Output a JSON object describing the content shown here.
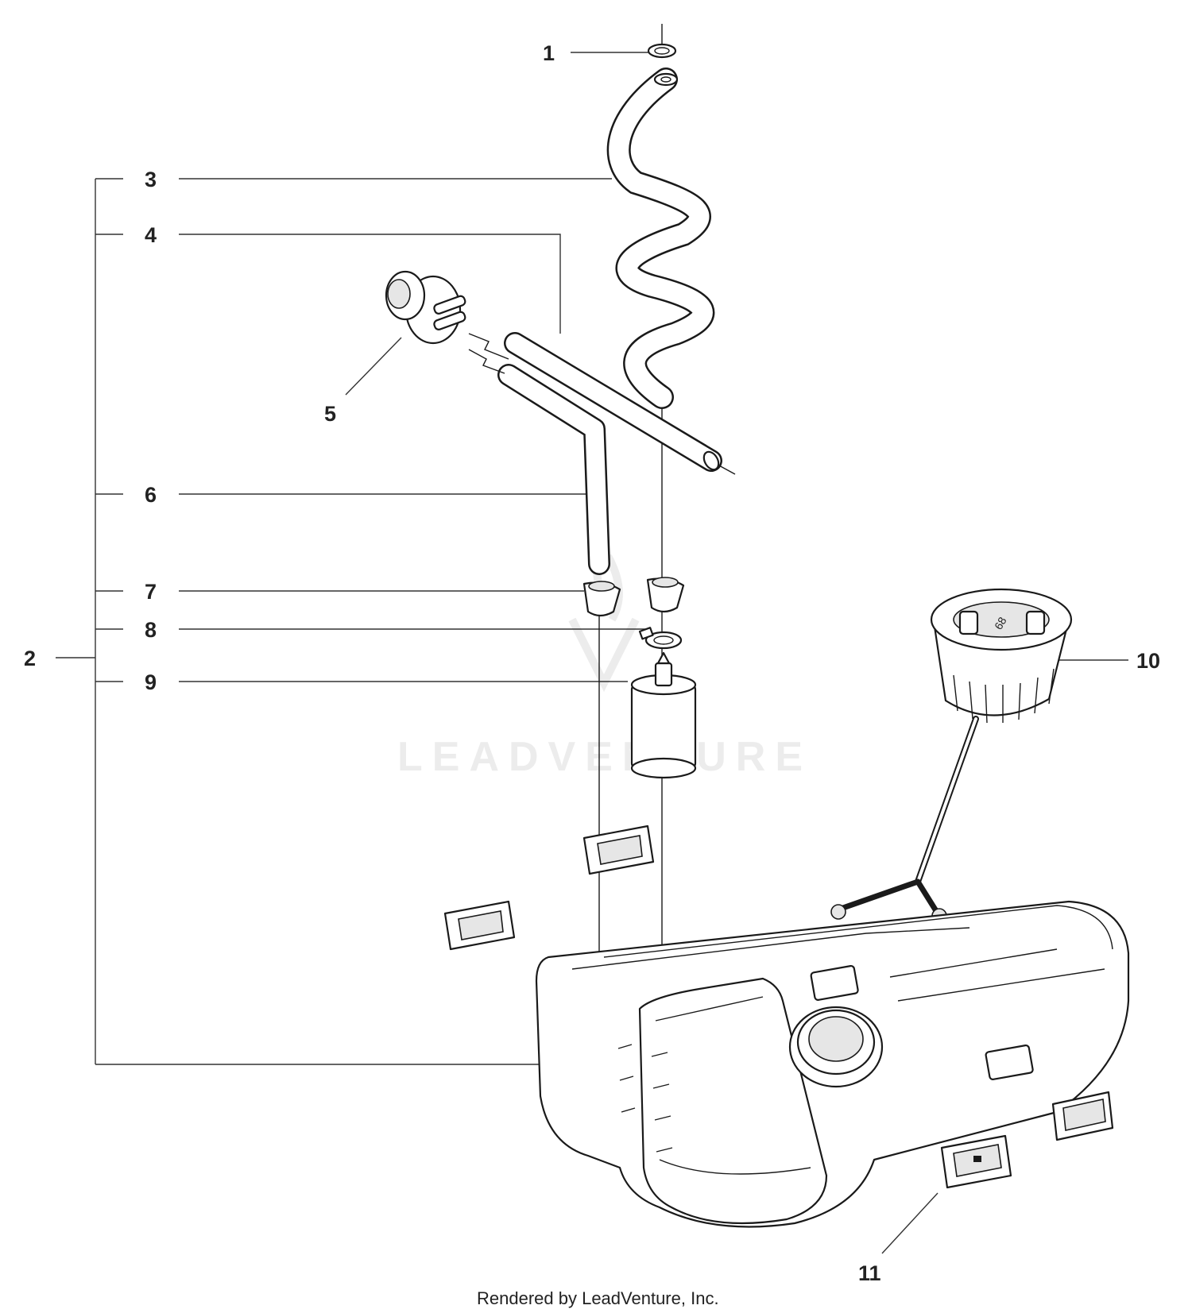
{
  "watermark": {
    "text": "LEADVENTURE"
  },
  "footer": {
    "credit": "Rendered by LeadVenture, Inc."
  },
  "callouts": [
    {
      "id": "1",
      "label": "1"
    },
    {
      "id": "2",
      "label": "2"
    },
    {
      "id": "3",
      "label": "3"
    },
    {
      "id": "4",
      "label": "4"
    },
    {
      "id": "5",
      "label": "5"
    },
    {
      "id": "6",
      "label": "6"
    },
    {
      "id": "7",
      "label": "7"
    },
    {
      "id": "8",
      "label": "8"
    },
    {
      "id": "9",
      "label": "9"
    },
    {
      "id": "10",
      "label": "10"
    },
    {
      "id": "11",
      "label": "11"
    }
  ],
  "cap_marking": "68"
}
